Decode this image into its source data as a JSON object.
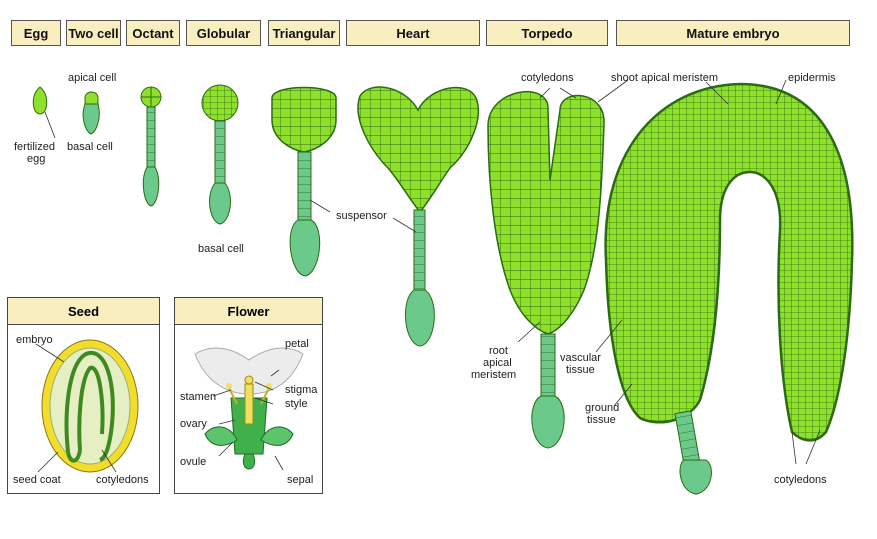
{
  "stages": [
    "Egg",
    "Two cell",
    "Octant",
    "Globular",
    "Triangular",
    "Heart",
    "Torpedo",
    "Mature embryo"
  ],
  "labels": {
    "apical_cell": "apical cell",
    "fertilized_egg_1": "fertilized",
    "fertilized_egg_2": "egg",
    "basal_cell_two": "basal cell",
    "basal_cell_glob": "basal cell",
    "suspensor": "suspensor",
    "cotyledons_torpedo": "cotyledons",
    "shoot_apical_meristem": "shoot apical meristem",
    "epidermis": "epidermis",
    "root_1": "root",
    "root_2": "apical",
    "root_3": "meristem",
    "vascular_1": "vascular",
    "vascular_2": "tissue",
    "ground_1": "ground",
    "ground_2": "tissue",
    "cotyledons_mature": "cotyledons"
  },
  "seed": {
    "title": "Seed",
    "embryo": "embryo",
    "seed_coat": "seed coat",
    "cotyledons": "cotyledons"
  },
  "flower": {
    "title": "Flower",
    "petal": "petal",
    "stamen": "stamen",
    "stigma": "stigma",
    "style": "style",
    "ovary": "ovary",
    "ovule": "ovule",
    "sepal": "sepal"
  },
  "colors": {
    "header_fill": "#f8eebf",
    "embryo_green": "#8ee02a",
    "embryo_outline": "#2c6b12",
    "suspensor_green": "#6cc98c",
    "seed_coat": "#f2dc2c"
  }
}
